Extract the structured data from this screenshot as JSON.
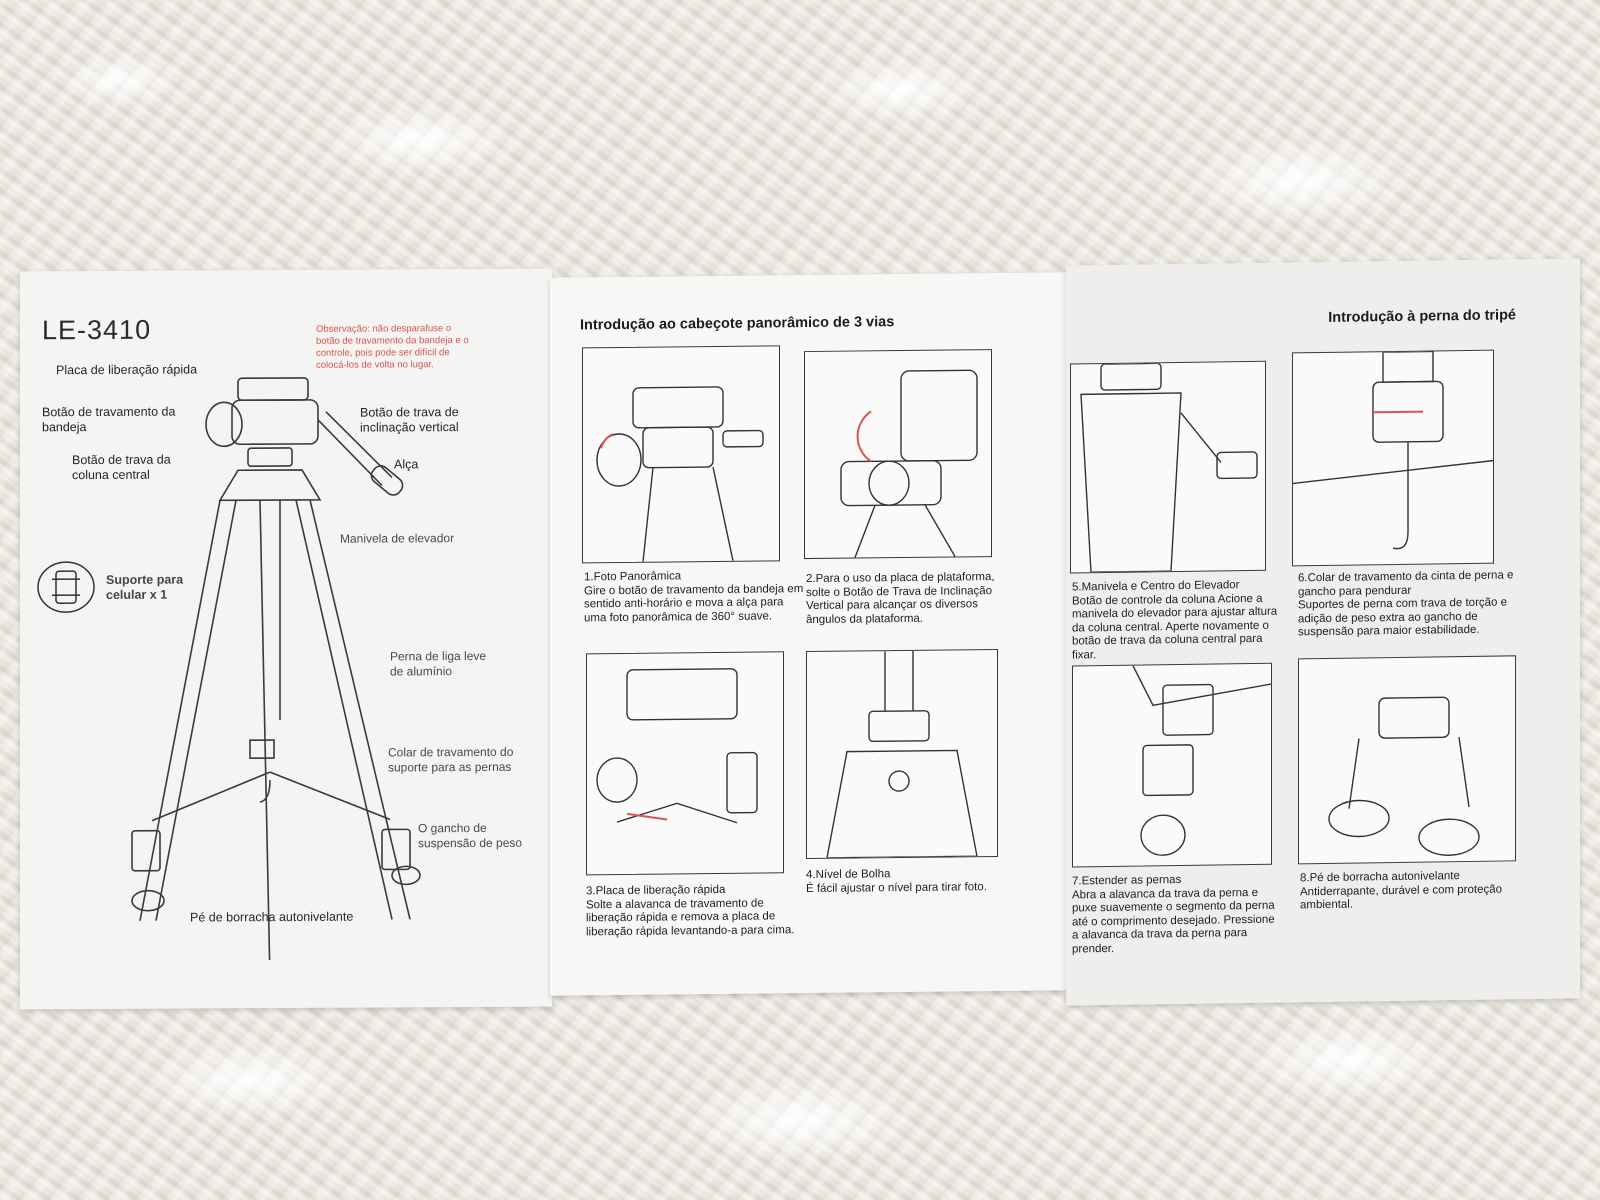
{
  "panel_left": {
    "model": "LE-3410",
    "note": "Observação: não desparafuse o botão de travamento da bandeja e o controle, pois pode ser difícil de colocá-los de volta no lugar.",
    "labels": {
      "quick_release": "Placa de liberação rápida",
      "tray_lock": "Botão de travamento da bandeja",
      "tilt_lock": "Botão de trava de inclinação vertical",
      "column_lock": "Botão de trava da coluna central",
      "handle": "Alça",
      "crank": "Manivela de elevador",
      "phone_holder": "Suporte para celular x 1",
      "leg": "Perna de liga leve de alumínio",
      "leg_collar": "Colar de travamento do suporte para as pernas",
      "hook": "O gancho de suspensão de peso",
      "foot": "Pé de borracha autonivelante"
    }
  },
  "panel_middle": {
    "title": "Introdução ao cabeçote panorâmico de 3 vias",
    "steps": [
      {
        "title": "1.Foto Panorâmica",
        "text": "Gire o botão de travamento da bandeja em sentido anti-horário e mova a alça para uma foto panorâmica de 360° suave."
      },
      {
        "title": "2.Para o uso da placa de plataforma,",
        "text": "solte o Botão de Trava de Inclinação Vertical para alcançar os diversos ângulos da plataforma."
      },
      {
        "title": "3.Placa de liberação rápida",
        "text": "Solte a alavanca de travamento de liberação rápida e remova a placa de liberação rápida levantando-a para cima."
      },
      {
        "title": "4.Nível de Bolha",
        "text": "É fácil ajustar o nível para tirar foto."
      }
    ]
  },
  "panel_right": {
    "title": "Introdução à perna do tripé",
    "steps": [
      {
        "title": "5.Manivela e Centro do Elevador",
        "text": "Botão de controle da coluna Acione a manivela do elevador para ajustar altura da coluna central. Aperte novamente o botão de trava da coluna central para fixar."
      },
      {
        "title": "6.Colar de travamento da cinta de perna e gancho para pendurar",
        "text": "Suportes de perna com trava de torção e adição de peso extra ao gancho de suspensão para maior estabilidade."
      },
      {
        "title": "7.Estender as pernas",
        "text": "Abra a alavanca da trava da perna e puxe suavemente o segmento da perna até o comprimento desejado. Pressione a alavanca da trava da perna para prender."
      },
      {
        "title": "8.Pé de borracha autonivelante",
        "text": "Antiderrapante, durável e com proteção ambiental."
      }
    ]
  },
  "colors": {
    "note_red": "#d9534f",
    "paper": "#f6f6f4",
    "rug": "#ece8e2"
  }
}
